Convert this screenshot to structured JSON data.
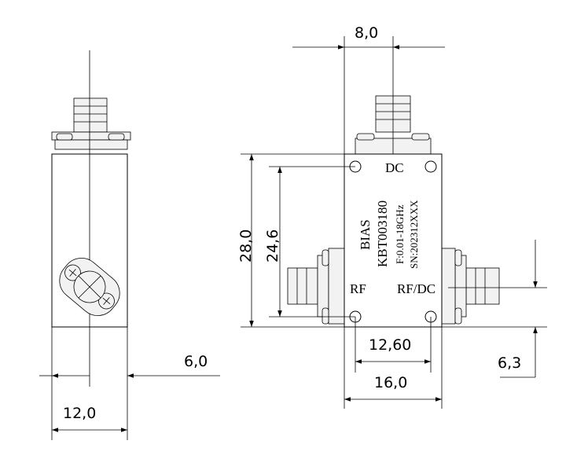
{
  "dimensions": {
    "top_width": "8,0",
    "height_outer": "28,0",
    "height_inner": "24,6",
    "side_offset": "6,0",
    "side_width": "12,0",
    "hole_spacing": "12,60",
    "body_width": "16,0",
    "rf_offset": "6,3"
  },
  "labels": {
    "dc_port": "DC",
    "rf_port": "RF",
    "rfdc_port": "RF/DC",
    "title_line1": "BIAS",
    "title_line2": "KBT003180",
    "freq": "F:0.01-18GHz",
    "serial": "SN:202312XXX"
  }
}
